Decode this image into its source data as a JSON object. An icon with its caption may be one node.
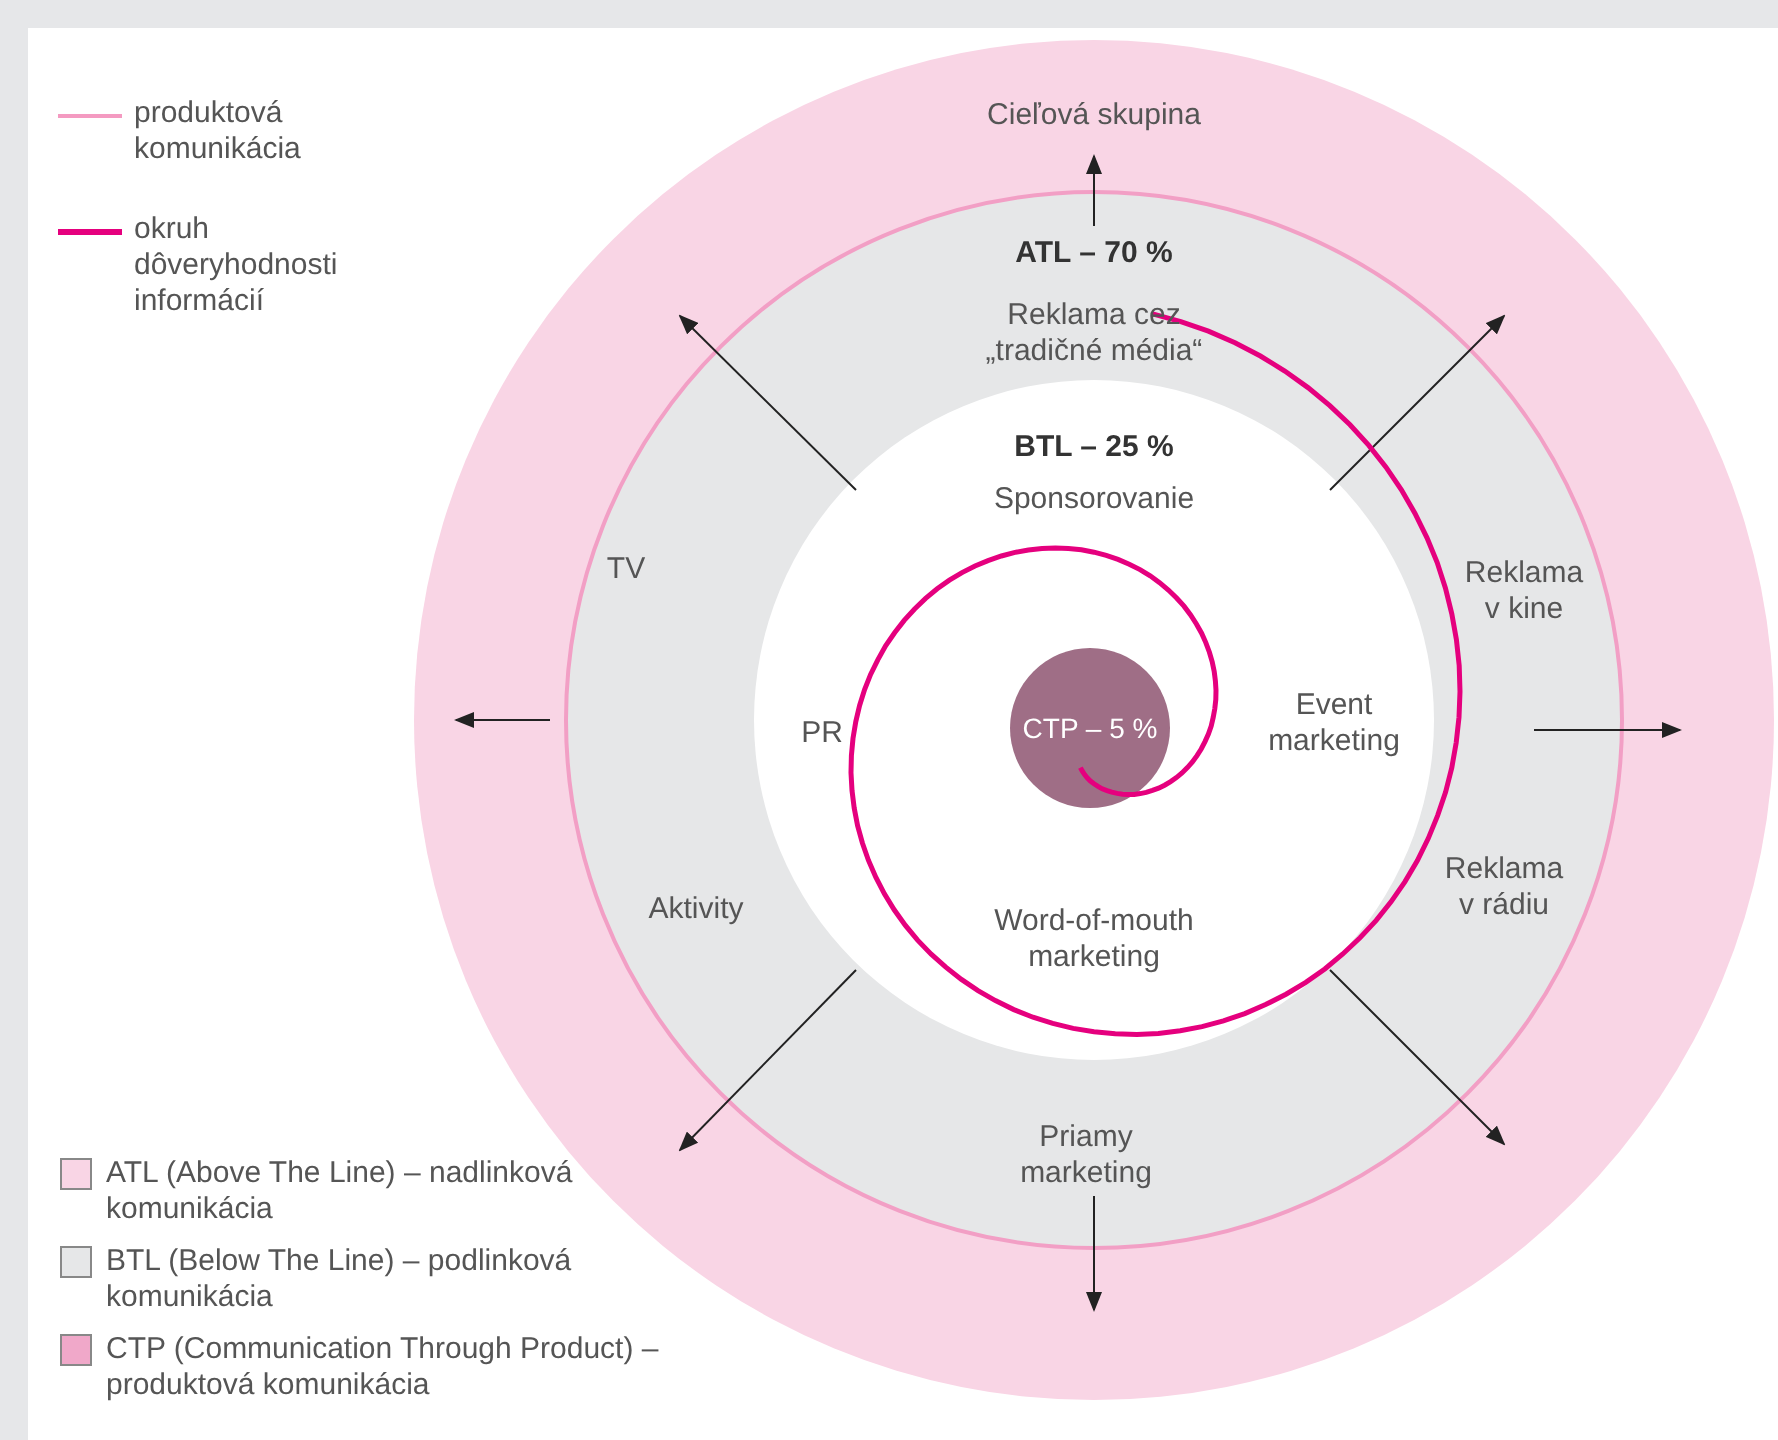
{
  "diagram": {
    "nodes": [
      {
        "text": [
          "Cieľová skupina"
        ]
      },
      {
        "text": [
          "ATL – 70 %",
          "Reklama cez „tradičné média“",
          "TV",
          "Reklama v kine",
          "Aktivity",
          "Reklama v rádiu",
          "Priamy marketing"
        ],
        "in": 0
      },
      {
        "text": [
          "BTL – 25 %",
          "Sponsorovanie",
          "PR",
          "Event marketing",
          "Word-of-mouth marketing"
        ],
        "in": 1
      },
      {
        "text": [
          "CTP – 5 %"
        ],
        "in": 2
      }
    ],
    "edges": [],
    "legend": [
      {
        "text": "produktová komunikácia"
      },
      {
        "text": "okruh dôveryhodnosti informácií"
      },
      {
        "text": "ATL (Above The Line) – nadlinková komunikácia",
        "color": "#f9d5e5"
      },
      {
        "text": "BTL (Below The Line) – podlinková komunikácia",
        "color": "#e6e7e8"
      },
      {
        "text": "CTP (Communication Through Product) – produktová komunikácia",
        "color": "#f0a8c9"
      }
    ]
  }
}
